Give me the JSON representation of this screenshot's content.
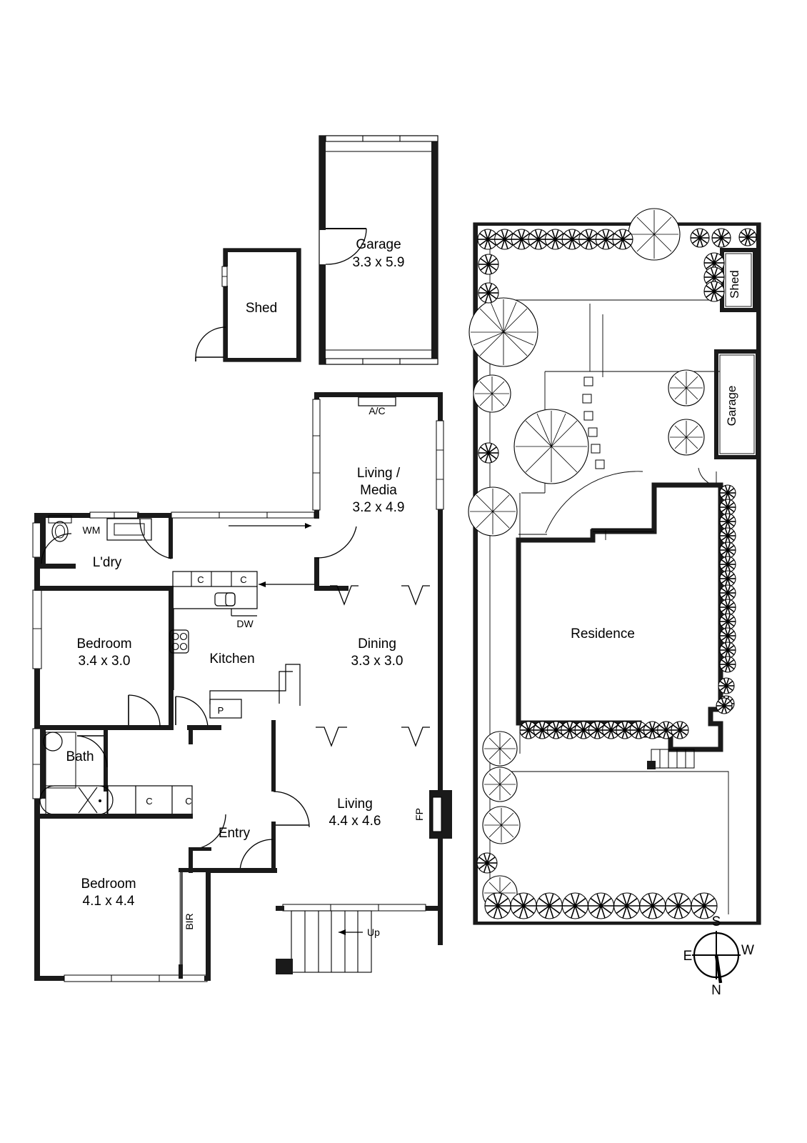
{
  "document": {
    "type": "floor-plan",
    "title": "Residential Floor Plan and Site Plan"
  },
  "floor_plan": {
    "rooms": [
      {
        "id": "garage",
        "name": "Garage",
        "dimensions": "3.3 x 5.9"
      },
      {
        "id": "shed",
        "name": "Shed",
        "dimensions": ""
      },
      {
        "id": "living_media",
        "name": "Living /",
        "name2": "Media",
        "dimensions": "3.2 x 4.9"
      },
      {
        "id": "laundry",
        "name": "L'dry",
        "dimensions": ""
      },
      {
        "id": "bedroom1",
        "name": "Bedroom",
        "dimensions": "3.4 x 3.0"
      },
      {
        "id": "kitchen",
        "name": "Kitchen",
        "dimensions": ""
      },
      {
        "id": "dining",
        "name": "Dining",
        "dimensions": "3.3 x 3.0"
      },
      {
        "id": "bath",
        "name": "Bath",
        "dimensions": ""
      },
      {
        "id": "living",
        "name": "Living",
        "dimensions": "4.4 x 4.6"
      },
      {
        "id": "entry",
        "name": "Entry",
        "dimensions": ""
      },
      {
        "id": "bedroom2",
        "name": "Bedroom",
        "dimensions": "4.1 x 4.4"
      }
    ],
    "annotations": [
      {
        "id": "ac",
        "label": "A/C"
      },
      {
        "id": "wm",
        "label": "WM"
      },
      {
        "id": "dw",
        "label": "DW"
      },
      {
        "id": "cupboard_k1",
        "label": "C"
      },
      {
        "id": "cupboard_k2",
        "label": "C"
      },
      {
        "id": "cupboard_h1",
        "label": "C"
      },
      {
        "id": "cupboard_h2",
        "label": "C"
      },
      {
        "id": "pantry",
        "label": "P"
      },
      {
        "id": "fireplace",
        "label": "FP"
      },
      {
        "id": "bir",
        "label": "BIR"
      },
      {
        "id": "stairs_up",
        "label": "Up"
      }
    ]
  },
  "site_plan": {
    "labels": [
      {
        "id": "residence",
        "label": "Residence"
      },
      {
        "id": "site_shed",
        "label": "Shed"
      },
      {
        "id": "site_garage",
        "label": "Garage"
      }
    ]
  },
  "compass": {
    "north": "N",
    "south": "S",
    "east": "E",
    "west": "W"
  },
  "colors": {
    "wall": "#1a1a1a",
    "thin": "#000000",
    "background": "#ffffff"
  }
}
